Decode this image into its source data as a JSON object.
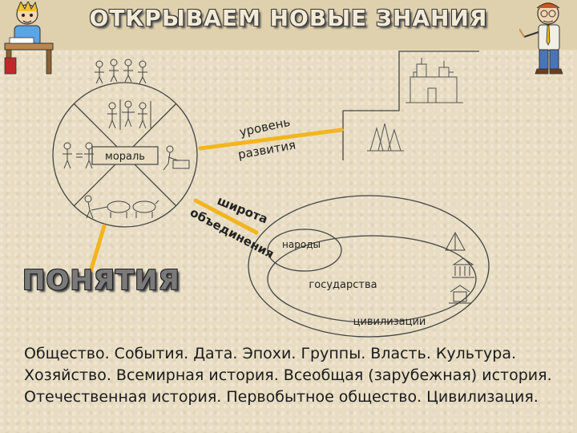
{
  "header": {
    "title": "ОТКРЫВАЕМ НОВЫЕ ЗНАНИЯ"
  },
  "diagram": {
    "center_label": "мораль",
    "level_label_1": "уровень",
    "level_label_2": "развития",
    "breadth_label_1": "широта",
    "breadth_label_2": "объединения",
    "inner_label": "народы",
    "middle_label": "государства",
    "outer_label": "цивилизации"
  },
  "concepts": {
    "heading": "ПОНЯТИЯ",
    "text": "Общество. События. Дата. Эпохи. Группы. Власть. Культура. Хозяйство. Всемирная история. Всеобщая (зарубежная) история. Отечественная история. Первобытное общество. Цивилизация."
  },
  "colors": {
    "accent": "#f2b51c",
    "background": "#e8ddc3"
  }
}
